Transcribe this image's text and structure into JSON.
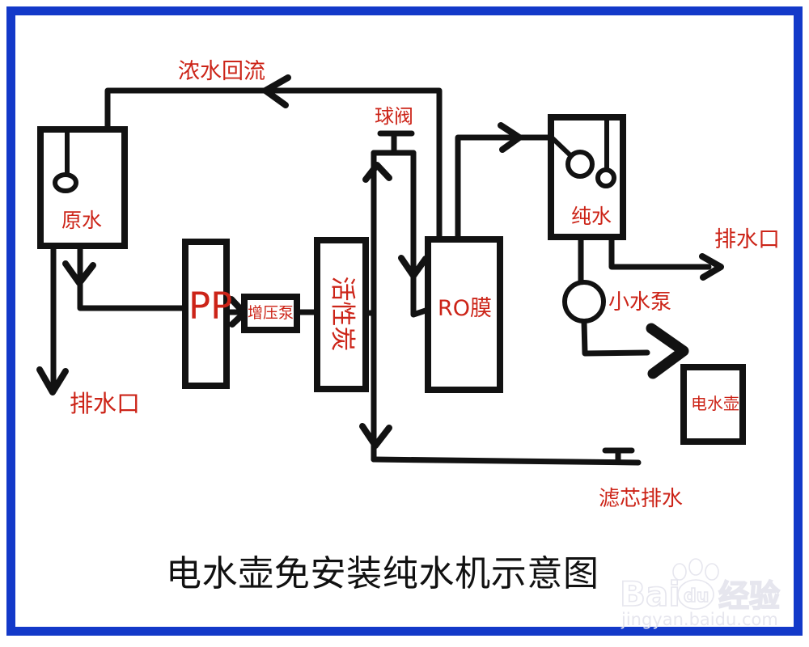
{
  "colors": {
    "border": "#1339c9",
    "line": "#121212",
    "label": "#cc2418",
    "title": "#111111",
    "watermark": "#e6e6ee"
  },
  "title": "电水壶免安装纯水机示意图",
  "labels": {
    "concentrate_return": "浓水回流",
    "ball_valve": "球阀",
    "raw_water": "原水",
    "pp_filter": "PP",
    "booster_pump": "增压泵",
    "activated_carbon": "活性炭",
    "ro_membrane": "RO膜",
    "pure_water": "纯水",
    "drain_right": "排水口",
    "small_pump": "小水泵",
    "kettle": "电水壶",
    "drain_left": "排水口",
    "filter_drain": "滤芯排水"
  },
  "watermark": {
    "brand_left": "Bai",
    "brand_mid": "du",
    "brand_right": "经验",
    "url": "jingyan.baidu.com"
  }
}
